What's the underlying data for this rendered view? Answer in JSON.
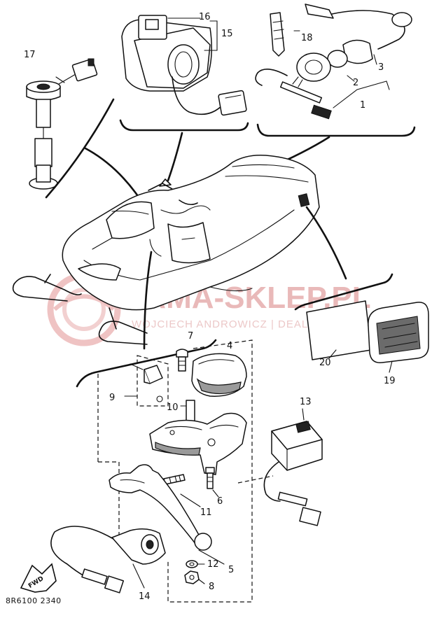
{
  "diagram": {
    "drawing_code": "8R6100 2340",
    "forward_label": "FWD",
    "watermark": {
      "brand": "YAMA-SKLEP.PL",
      "dealer": "WOJCIECH ANDROWICZ | DEALER YAMAHA"
    },
    "callouts": [
      {
        "id": "c1",
        "label": "1"
      },
      {
        "id": "c2",
        "label": "2"
      },
      {
        "id": "c3",
        "label": "3"
      },
      {
        "id": "c4",
        "label": "4"
      },
      {
        "id": "c5",
        "label": "5"
      },
      {
        "id": "c6",
        "label": "6"
      },
      {
        "id": "c7",
        "label": "7"
      },
      {
        "id": "c8",
        "label": "8"
      },
      {
        "id": "c9",
        "label": "9"
      },
      {
        "id": "c10",
        "label": "10"
      },
      {
        "id": "c11",
        "label": "11"
      },
      {
        "id": "c12",
        "label": "12"
      },
      {
        "id": "c13",
        "label": "13"
      },
      {
        "id": "c14",
        "label": "14"
      },
      {
        "id": "c15",
        "label": "15"
      },
      {
        "id": "c16",
        "label": "16"
      },
      {
        "id": "c17",
        "label": "17"
      },
      {
        "id": "c18",
        "label": "18"
      },
      {
        "id": "c19",
        "label": "19"
      },
      {
        "id": "c20",
        "label": "20"
      }
    ]
  }
}
